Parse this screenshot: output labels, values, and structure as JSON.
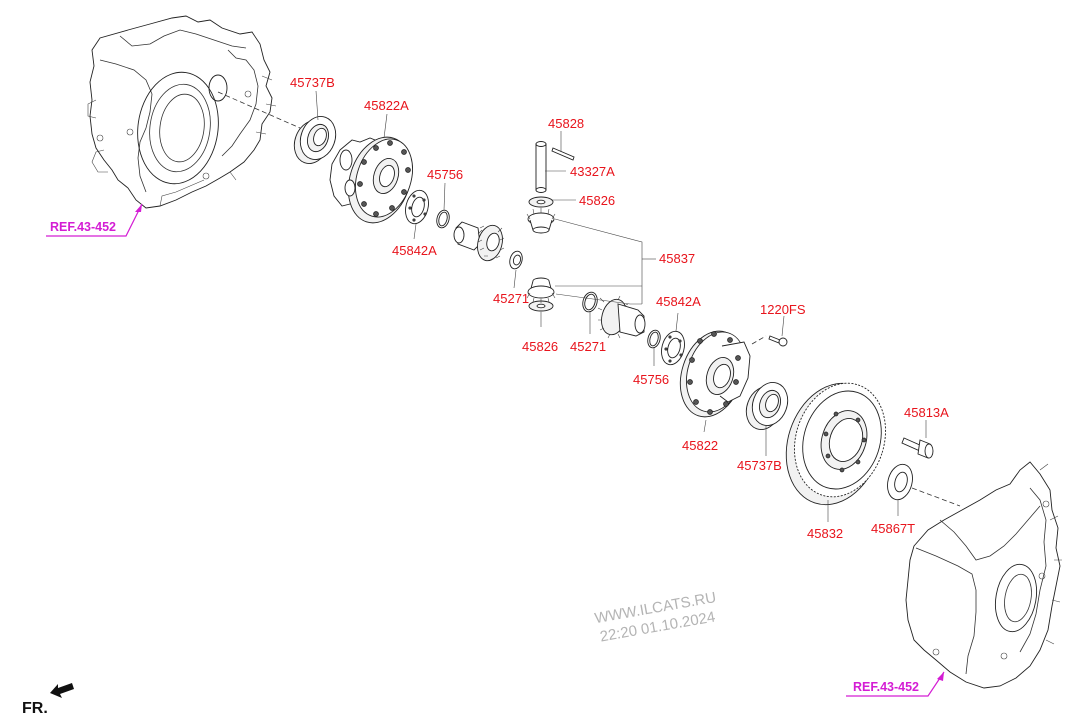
{
  "parts": {
    "p45737b_top": "45737B",
    "p45822a": "45822A",
    "p45756_top": "45756",
    "p45842a_left": "45842A",
    "p45828": "45828",
    "p43327a": "43327A",
    "p45826_top": "45826",
    "p45837": "45837",
    "p45271_left": "45271",
    "p45826_bot": "45826",
    "p45271_mid": "45271",
    "p45842a_right": "45842A",
    "p45756_bot": "45756",
    "p1220fs": "1220FS",
    "p45822": "45822",
    "p45737b_bot": "45737B",
    "p45813a": "45813A",
    "p45832": "45832",
    "p45867t": "45867T"
  },
  "refs": {
    "ref_top": "REF.43-452",
    "ref_bottom": "REF.43-452"
  },
  "direction_label": "FR.",
  "watermark": {
    "line1": "WWW.ILCATS.RU",
    "line2": "22:20 01.10.2024"
  }
}
